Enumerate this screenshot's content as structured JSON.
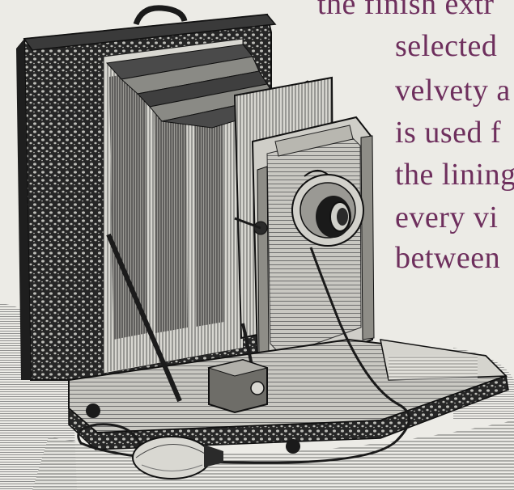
{
  "page": {
    "background_color": "#ecebe6",
    "ink_color": "#2a2a2a",
    "text_color": "#6e2f5d"
  },
  "text_lines": [
    "the finish extr",
    "selected",
    "velvety a",
    "is used f",
    "the lining",
    "every vi",
    "between"
  ],
  "illustration": {
    "subject": "folding-camera-engraving"
  }
}
